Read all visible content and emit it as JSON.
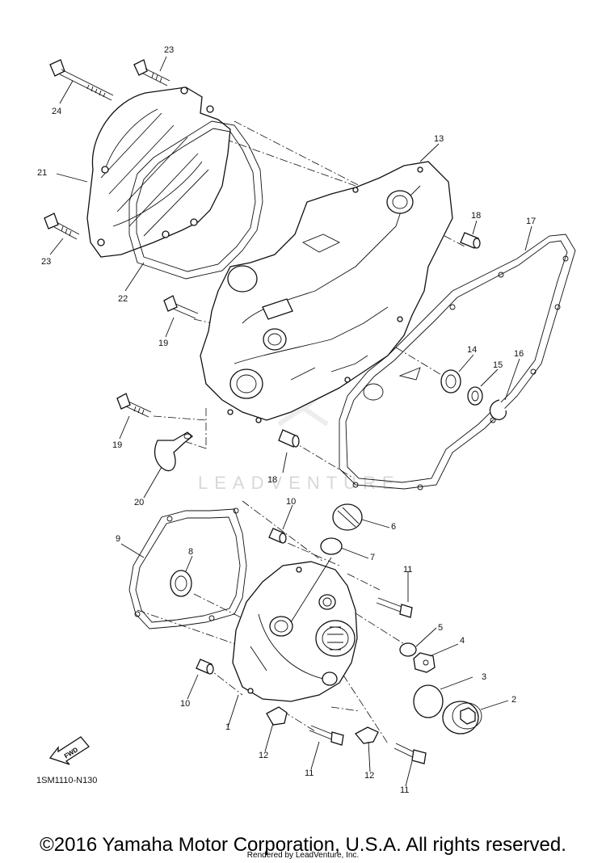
{
  "diagram_code": "1SM1110-N130",
  "fwd_label": "FWD",
  "watermark": "LEADVENTURE",
  "copyright": "©2016 Yamaha Motor Corporation, U.S.A. All rights reserved.",
  "rendered_by": "Rendered by LeadVenture, Inc.",
  "callouts": [
    "1",
    "2",
    "3",
    "4",
    "5",
    "6",
    "7",
    "8",
    "9",
    "10",
    "10",
    "11",
    "11",
    "11",
    "12",
    "12",
    "13",
    "14",
    "15",
    "16",
    "17",
    "18",
    "18",
    "19",
    "19",
    "20",
    "21",
    "22",
    "23",
    "23",
    "24"
  ]
}
